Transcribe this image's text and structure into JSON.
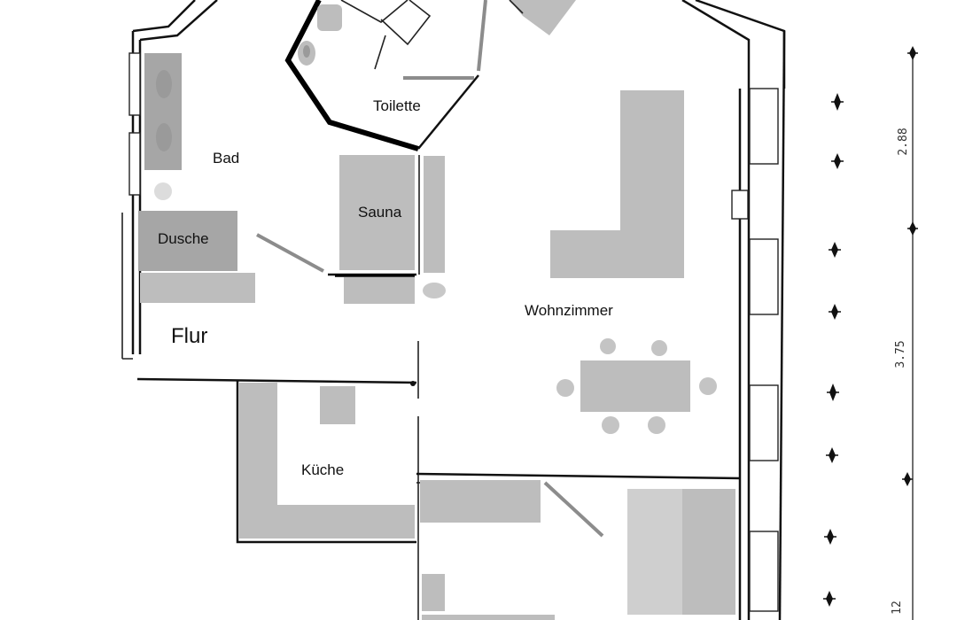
{
  "rooms": {
    "bad": "Bad",
    "toilette": "Toilette",
    "sauna": "Sauna",
    "dusche": "Dusche",
    "flur": "Flur",
    "wohnzimmer": "Wohnzimmer",
    "kueche": "Küche"
  },
  "dimensions": {
    "top": "2.88",
    "middle": "3.75",
    "bottom": "12"
  },
  "colors": {
    "wall": "#111111",
    "furniture": "#a6a6a6",
    "furniture_light": "#bdbdbd",
    "door": "#8c8c8c"
  }
}
